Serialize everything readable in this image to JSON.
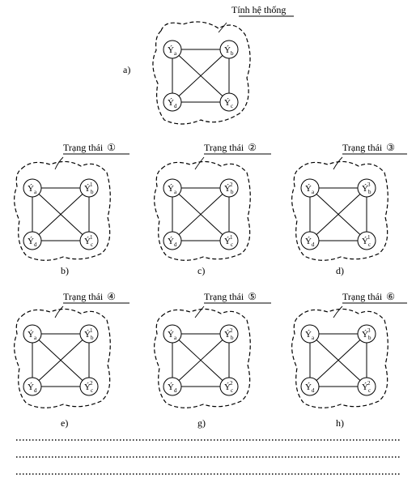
{
  "panels": [
    {
      "id": "a",
      "caption": "a)",
      "title": "Tính hệ thống",
      "nodes": [
        {
          "base": "Ý",
          "sub": "a",
          "sup": ""
        },
        {
          "base": "Ý",
          "sub": "b",
          "sup": ""
        },
        {
          "base": "Ý",
          "sub": "c",
          "sup": ""
        },
        {
          "base": "Ý",
          "sub": "d",
          "sup": ""
        }
      ]
    },
    {
      "id": "b",
      "caption": "b)",
      "title": "Trạng thái",
      "state": "①",
      "nodes": [
        {
          "base": "Ý",
          "sub": "a",
          "sup": ""
        },
        {
          "base": "Ý",
          "sub": "b",
          "sup": "1"
        },
        {
          "base": "Ý",
          "sub": "c",
          "sup": "1"
        },
        {
          "base": "Ý",
          "sub": "d",
          "sup": ""
        }
      ]
    },
    {
      "id": "c",
      "caption": "c)",
      "title": "Trạng thái",
      "state": "②",
      "nodes": [
        {
          "base": "Ý",
          "sub": "a",
          "sup": ""
        },
        {
          "base": "Ý",
          "sub": "b",
          "sup": "2"
        },
        {
          "base": "Ý",
          "sub": "c",
          "sup": "1"
        },
        {
          "base": "Ý",
          "sub": "d",
          "sup": ""
        }
      ]
    },
    {
      "id": "d",
      "caption": "d)",
      "title": "Trạng thái",
      "state": "③",
      "nodes": [
        {
          "base": "Ý",
          "sub": "a",
          "sup": ""
        },
        {
          "base": "Ý",
          "sub": "b",
          "sup": "3"
        },
        {
          "base": "Ý",
          "sub": "c",
          "sup": "1"
        },
        {
          "base": "Ý",
          "sub": "d",
          "sup": ""
        }
      ]
    },
    {
      "id": "e",
      "caption": "e)",
      "title": "Trạng thái",
      "state": "④",
      "nodes": [
        {
          "base": "Ý",
          "sub": "a",
          "sup": ""
        },
        {
          "base": "Ý",
          "sub": "b",
          "sup": "1"
        },
        {
          "base": "Ý",
          "sub": "c",
          "sup": "2"
        },
        {
          "base": "Ý",
          "sub": "d",
          "sup": ""
        }
      ]
    },
    {
      "id": "g",
      "caption": "g)",
      "title": "Trạng thái",
      "state": "⑤",
      "nodes": [
        {
          "base": "Ý",
          "sub": "a",
          "sup": ""
        },
        {
          "base": "Ý",
          "sub": "b",
          "sup": "2"
        },
        {
          "base": "Ý",
          "sub": "c",
          "sup": "2"
        },
        {
          "base": "Ý",
          "sub": "d",
          "sup": ""
        }
      ]
    },
    {
      "id": "h",
      "caption": "h)",
      "title": "Trạng thái",
      "state": "⑥",
      "nodes": [
        {
          "base": "Ý",
          "sub": "a",
          "sup": ""
        },
        {
          "base": "Ý",
          "sub": "b",
          "sup": "3"
        },
        {
          "base": "Ý",
          "sub": "c",
          "sup": "2"
        },
        {
          "base": "Ý",
          "sub": "d",
          "sup": ""
        }
      ]
    }
  ]
}
